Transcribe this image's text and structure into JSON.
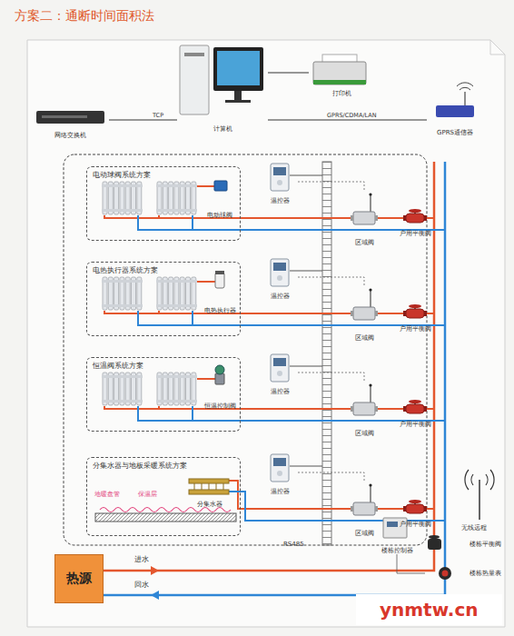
{
  "diagram": {
    "title": "方案二：通断时间面积法",
    "nodes": [
      {
        "text": [
          "网络交换机"
        ]
      },
      {
        "text": [
          "计算机"
        ]
      },
      {
        "text": [
          "打印机"
        ]
      },
      {
        "text": [
          "GPRS通信器"
        ]
      },
      {
        "text": [
          "电动球阀系统方案"
        ]
      },
      {
        "text": [
          "电动球阀"
        ],
        "in": 4
      },
      {
        "text": [
          "温控器"
        ]
      },
      {
        "text": [
          "区域阀"
        ]
      },
      {
        "text": [
          "户用平衡阀"
        ]
      },
      {
        "text": [
          "电热执行器系统方案"
        ]
      },
      {
        "text": [
          "电热执行器"
        ],
        "in": 9
      },
      {
        "text": [
          "温控器"
        ]
      },
      {
        "text": [
          "区域阀"
        ]
      },
      {
        "text": [
          "户用平衡阀"
        ]
      },
      {
        "text": [
          "恒温阀系统方案"
        ]
      },
      {
        "text": [
          "恒温控制阀"
        ],
        "in": 14
      },
      {
        "text": [
          "温控器"
        ]
      },
      {
        "text": [
          "区域阀"
        ]
      },
      {
        "text": [
          "户用平衡阀"
        ]
      },
      {
        "text": [
          "分集水器与地板采暖系统方案"
        ]
      },
      {
        "text": [
          "分集水器"
        ],
        "in": 19
      },
      {
        "text": [
          "温控器"
        ]
      },
      {
        "text": [
          "区域阀"
        ]
      },
      {
        "text": [
          "户用平衡阀"
        ]
      },
      {
        "text": [
          "楼栋控制器"
        ]
      },
      {
        "text": [
          "楼栋平衡阀"
        ]
      },
      {
        "text": [
          "楼栋热量表"
        ]
      },
      {
        "text": [
          "热源"
        ]
      }
    ],
    "edges": [
      {
        "from": 0,
        "to": 1,
        "label": "TCP",
        "arrow": "none"
      },
      {
        "from": 1,
        "to": 3,
        "label": "GPRS/CDMA/LAN",
        "arrow": "none"
      },
      {
        "from": 1,
        "to": 2,
        "arrow": "none"
      },
      {
        "from": 6,
        "to": 7,
        "arrow": "none"
      },
      {
        "from": 7,
        "to": 8,
        "arrow": "none"
      },
      {
        "from": 11,
        "to": 12,
        "arrow": "none"
      },
      {
        "from": 12,
        "to": 13,
        "arrow": "none"
      },
      {
        "from": 16,
        "to": 17,
        "arrow": "none"
      },
      {
        "from": 17,
        "to": 18,
        "arrow": "none"
      },
      {
        "from": 21,
        "to": 22,
        "arrow": "none"
      },
      {
        "from": 22,
        "to": 23,
        "arrow": "none"
      },
      {
        "from": 24,
        "to": 26,
        "arrow": "none"
      }
    ],
    "labels": [
      "RS485",
      "地暖盘管",
      "保温层",
      "进水",
      "回水",
      "无线远程",
      "ynmtw.cn"
    ]
  }
}
